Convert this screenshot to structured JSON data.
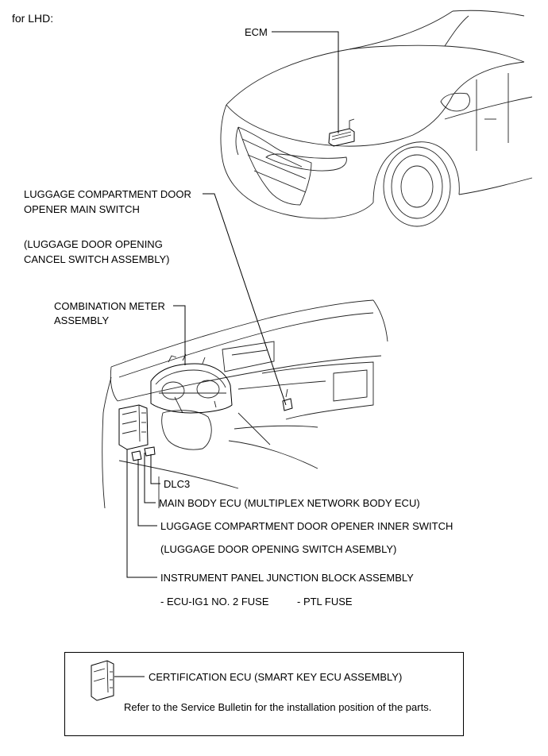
{
  "header": {
    "text": "for LHD:"
  },
  "labels": {
    "ecm": "ECM",
    "luggage_main_switch_line1": "LUGGAGE COMPARTMENT DOOR",
    "luggage_main_switch_line2": "OPENER MAIN SWITCH",
    "luggage_cancel_line1": "(LUGGAGE DOOR OPENING",
    "luggage_cancel_line2": "CANCEL SWITCH ASSEMBLY)",
    "combination_meter_line1": "COMBINATION METER",
    "combination_meter_line2": "ASSEMBLY",
    "dlc3": "DLC3",
    "main_body_ecu": "MAIN BODY ECU (MULTIPLEX NETWORK BODY ECU)",
    "inner_switch": "LUGGAGE COMPARTMENT DOOR OPENER INNER SWITCH",
    "inner_switch_alt": "(LUGGAGE DOOR OPENING SWITCH ASEMBLY)",
    "junction_block": "INSTRUMENT PANEL JUNCTION BLOCK ASSEMBLY",
    "fuse_1": "- ECU-IG1 NO. 2 FUSE",
    "fuse_2": "- PTL FUSE"
  },
  "note_box": {
    "certification_ecu": "CERTIFICATION ECU (SMART KEY ECU ASSEMBLY)",
    "note": "Refer to the Service Bulletin for the installation position of the parts."
  }
}
